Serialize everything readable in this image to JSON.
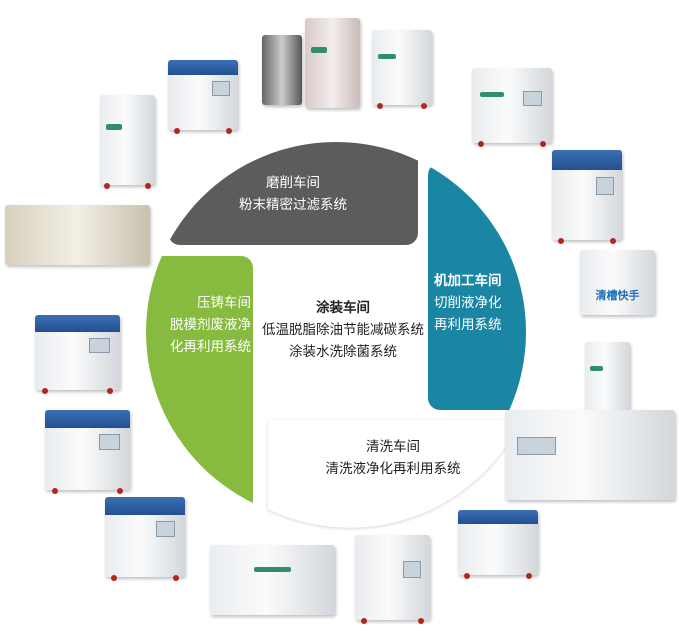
{
  "segments": {
    "grinding": {
      "title": "磨削车间",
      "system": "粉末精密过滤系统",
      "color": "#5b5c5e"
    },
    "machining": {
      "title": "机加工车间",
      "line1": "切削液净化",
      "line2": "再利用系统",
      "color": "#1b86a3"
    },
    "cleaning": {
      "title": "清洗车间",
      "system": "清洗液净化再利用系统",
      "color": "#ffffff"
    },
    "diecasting": {
      "title": "压铸车间",
      "line1": "脱模剂废液净",
      "line2": "化再利用系统",
      "color": "#86bb40"
    },
    "coating": {
      "title": "涂装车间",
      "line1": "低温脱脂除油节能减碳系统",
      "line2": "涂装水洗除菌系统"
    }
  },
  "products": {
    "tank_label": "清槽快手"
  }
}
